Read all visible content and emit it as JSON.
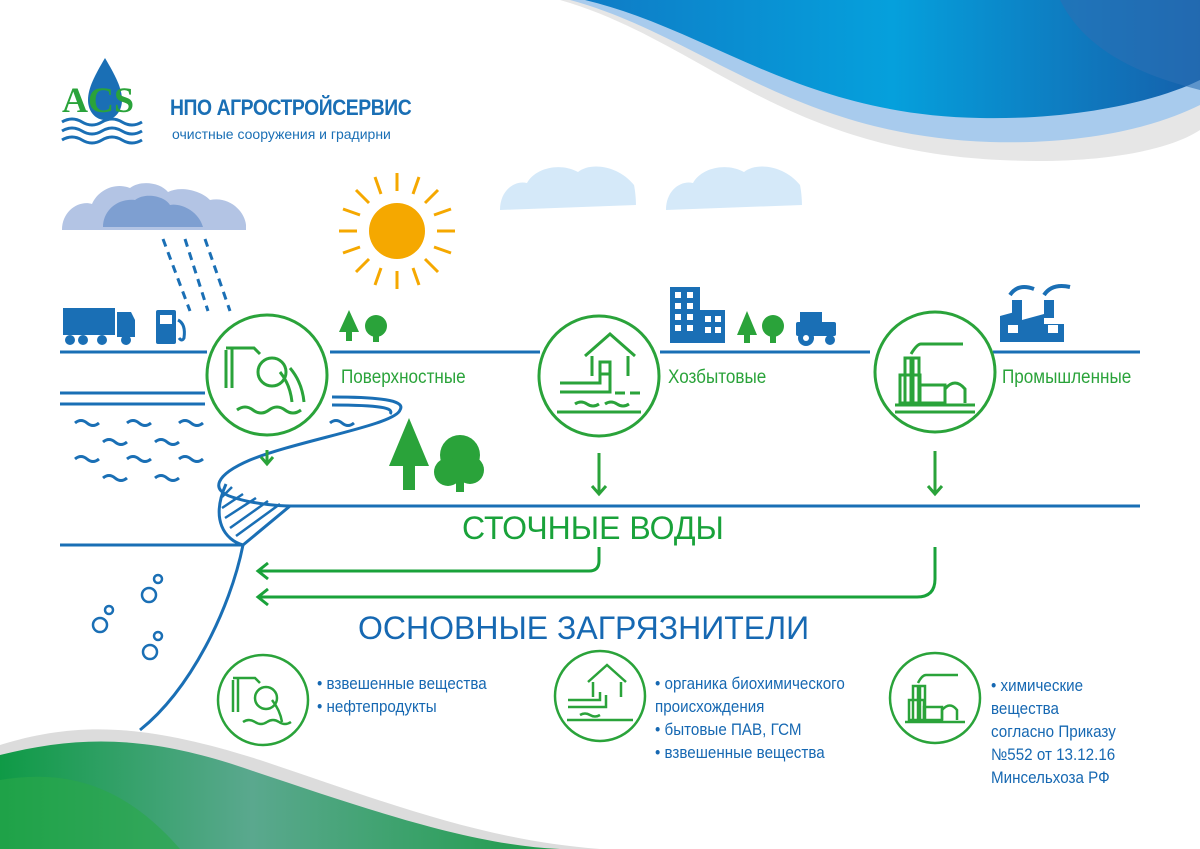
{
  "brand": {
    "logo_text": "ACS",
    "title": "НПО АГРОСТРОЙСЕРВИС",
    "subtitle": "очистные сооружения и градирни"
  },
  "sources": [
    {
      "label": "Поверхностные",
      "icon": "water-outflow-pipe-icon"
    },
    {
      "label": "Хозбытовые",
      "icon": "house-sewer-icon"
    },
    {
      "label": "Промышленные",
      "icon": "factory-icon"
    }
  ],
  "headings": {
    "wastewater": "СТОЧНЫЕ ВОДЫ",
    "pollutants": "ОСНОВНЫЕ ЗАГРЯЗНИТЕЛИ"
  },
  "pollutants": [
    {
      "icon": "water-outflow-pipe-icon",
      "items": [
        "• взвешенные вещества",
        "• нефтепродукты"
      ]
    },
    {
      "icon": "house-sewer-icon",
      "items": [
        "• органика биохимического",
        "происхождения",
        "• бытовые ПАВ, ГСМ",
        "• взвешенные вещества"
      ]
    },
    {
      "icon": "factory-icon",
      "items": [
        "• химические",
        "вещества",
        "согласно Приказу",
        "№552 от 13.12.16",
        "Минсельхоза РФ"
      ]
    }
  ],
  "colors": {
    "green": "#2aa33a",
    "blue": "#1668b2",
    "sun": "#f5a800",
    "cloud_dark": "#7e9fd1",
    "cloud_light": "#c7e2f7"
  }
}
